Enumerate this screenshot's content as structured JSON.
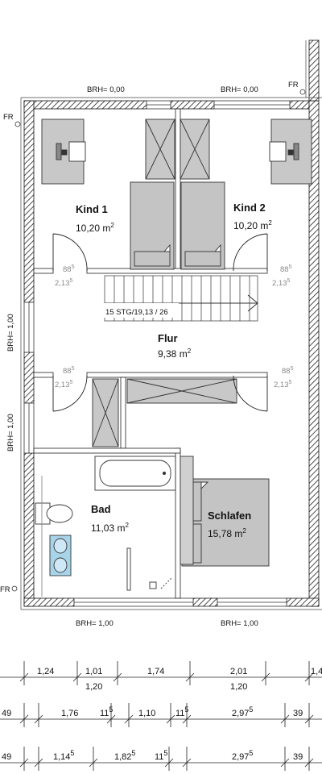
{
  "labels": {
    "brh_top_left": "BRH= 0,00",
    "brh_top_right": "BRH= 0,00",
    "brh_bottom_left": "BRH= 1,00",
    "brh_bottom_right": "BRH= 1,00",
    "brh_left_upper": "BRH= 1,00",
    "brh_left_lower": "BRH= 1,00",
    "fr_top_right": "FR",
    "fr_top_left": "FR",
    "fr_bottom_left": "FR"
  },
  "rooms": {
    "kind1": {
      "name": "Kind 1",
      "area_value": "10,20 m",
      "area_sup": "2"
    },
    "kind2": {
      "name": "Kind 2",
      "area_value": "10,20 m",
      "area_sup": "2"
    },
    "flur": {
      "name": "Flur",
      "area_value": "9,38 m",
      "area_sup": "2"
    },
    "bad": {
      "name": "Bad",
      "area_value": "11,03 m",
      "area_sup": "2"
    },
    "schlafen": {
      "name": "Schlafen",
      "area_value": "15,78 m",
      "area_sup": "2"
    }
  },
  "stairs": {
    "label": "15 STG/19,13 / 26"
  },
  "door_dims": [
    {
      "w": "88",
      "w_sup": "5",
      "h": "2,13",
      "h_sup": "5"
    },
    {
      "w": "88",
      "w_sup": "5",
      "h": "2,13",
      "h_sup": "5"
    },
    {
      "w": "88",
      "w_sup": "5",
      "h": "2,13",
      "h_sup": "5"
    },
    {
      "w": "88",
      "w_sup": "5",
      "h": "2,13",
      "h_sup": "5"
    }
  ],
  "dimensions": {
    "row1": [
      {
        "main": "1,24"
      },
      {
        "main": "1,01",
        "sub": "1,20"
      },
      {
        "main": "1,74"
      },
      {
        "main": "2,01",
        "sub": "1,20"
      },
      {
        "main": "1,4"
      }
    ],
    "row2": [
      {
        "main": "49"
      },
      {
        "main": "1,76"
      },
      {
        "main": "11",
        "sup": "5"
      },
      {
        "main": "1,10"
      },
      {
        "main": "11",
        "sup": "5"
      },
      {
        "main": "2,97",
        "sup": "5"
      },
      {
        "main": "39"
      }
    ],
    "row3": [
      {
        "main": "49"
      },
      {
        "main": "1,14",
        "sup": "5"
      },
      {
        "main": "1,82",
        "sup": "5"
      },
      {
        "main": "11",
        "sup": "5"
      },
      {
        "main": "2,97",
        "sup": "5"
      },
      {
        "main": "39"
      }
    ]
  }
}
